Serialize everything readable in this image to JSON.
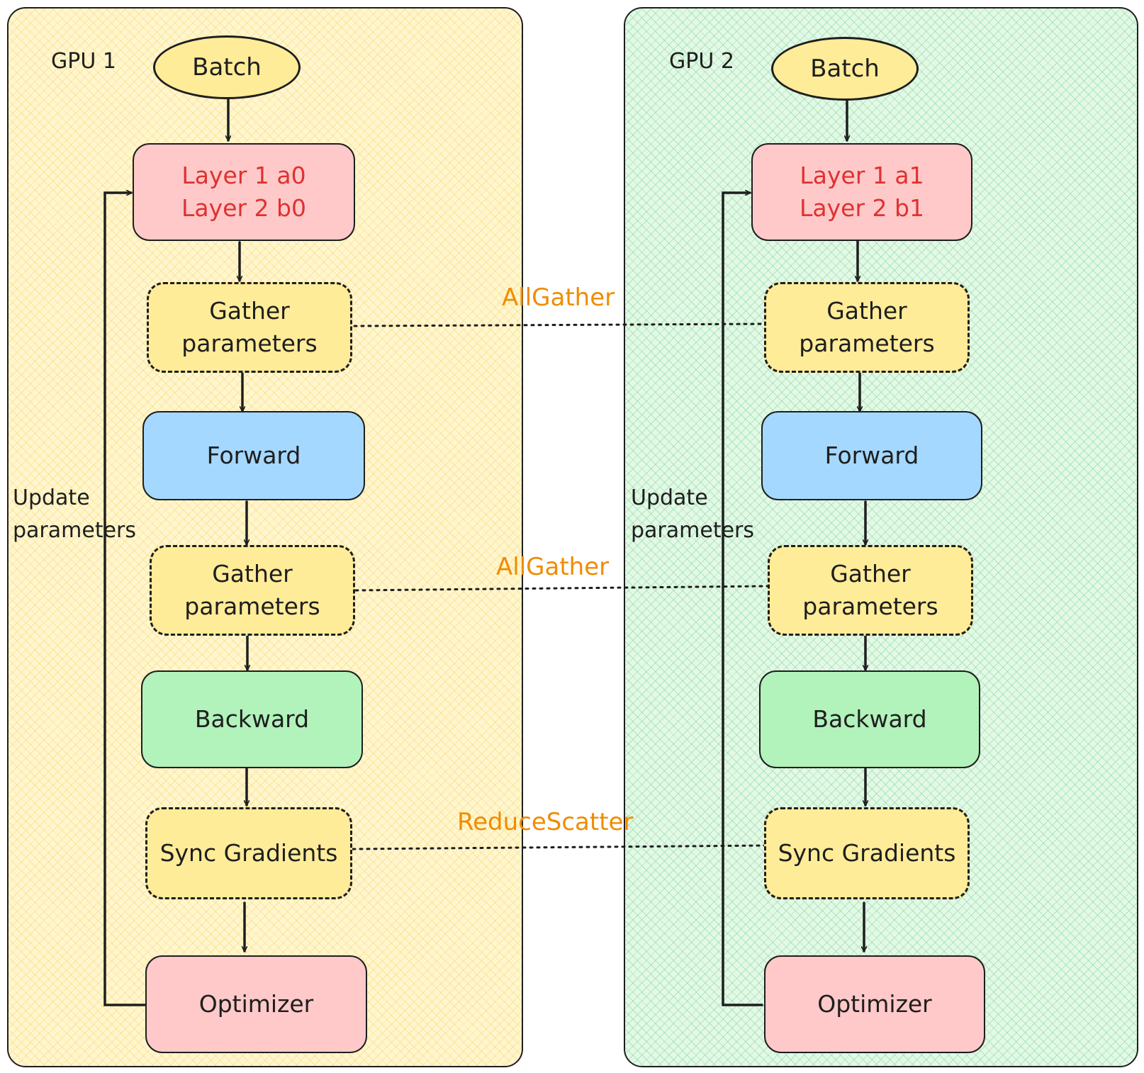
{
  "gpu1": {
    "label": "GPU 1",
    "batch": "Batch",
    "layer_lines": [
      "Layer 1 a0",
      "Layer 2 b0"
    ],
    "gather1": [
      "Gather",
      "parameters"
    ],
    "forward": "Forward",
    "gather2": [
      "Gather",
      "parameters"
    ],
    "backward": "Backward",
    "sync": "Sync Gradients",
    "optimizer": "Optimizer",
    "update": [
      "Update",
      "parameters"
    ]
  },
  "gpu2": {
    "label": "GPU 2",
    "batch": "Batch",
    "layer_lines": [
      "Layer 1 a1",
      "Layer 2 b1"
    ],
    "gather1": [
      "Gather",
      "parameters"
    ],
    "forward": "Forward",
    "gather2": [
      "Gather",
      "parameters"
    ],
    "backward": "Backward",
    "sync": "Sync Gradients",
    "optimizer": "Optimizer",
    "update": [
      "Update",
      "parameters"
    ]
  },
  "comms": {
    "allgather_1": "AllGather",
    "allgather_2": "AllGather",
    "reducescatter": "ReduceScatter"
  },
  "colors": {
    "gpu1_panel": "#fff6cf",
    "gpu2_panel": "#e3f8e6",
    "layer_box": "#ffc9c9",
    "layer_text": "#e03131",
    "dashed_box": "#ffec99",
    "forward_box": "#a5d8ff",
    "backward_box": "#b2f2bb",
    "comm_text": "#f08c00"
  }
}
